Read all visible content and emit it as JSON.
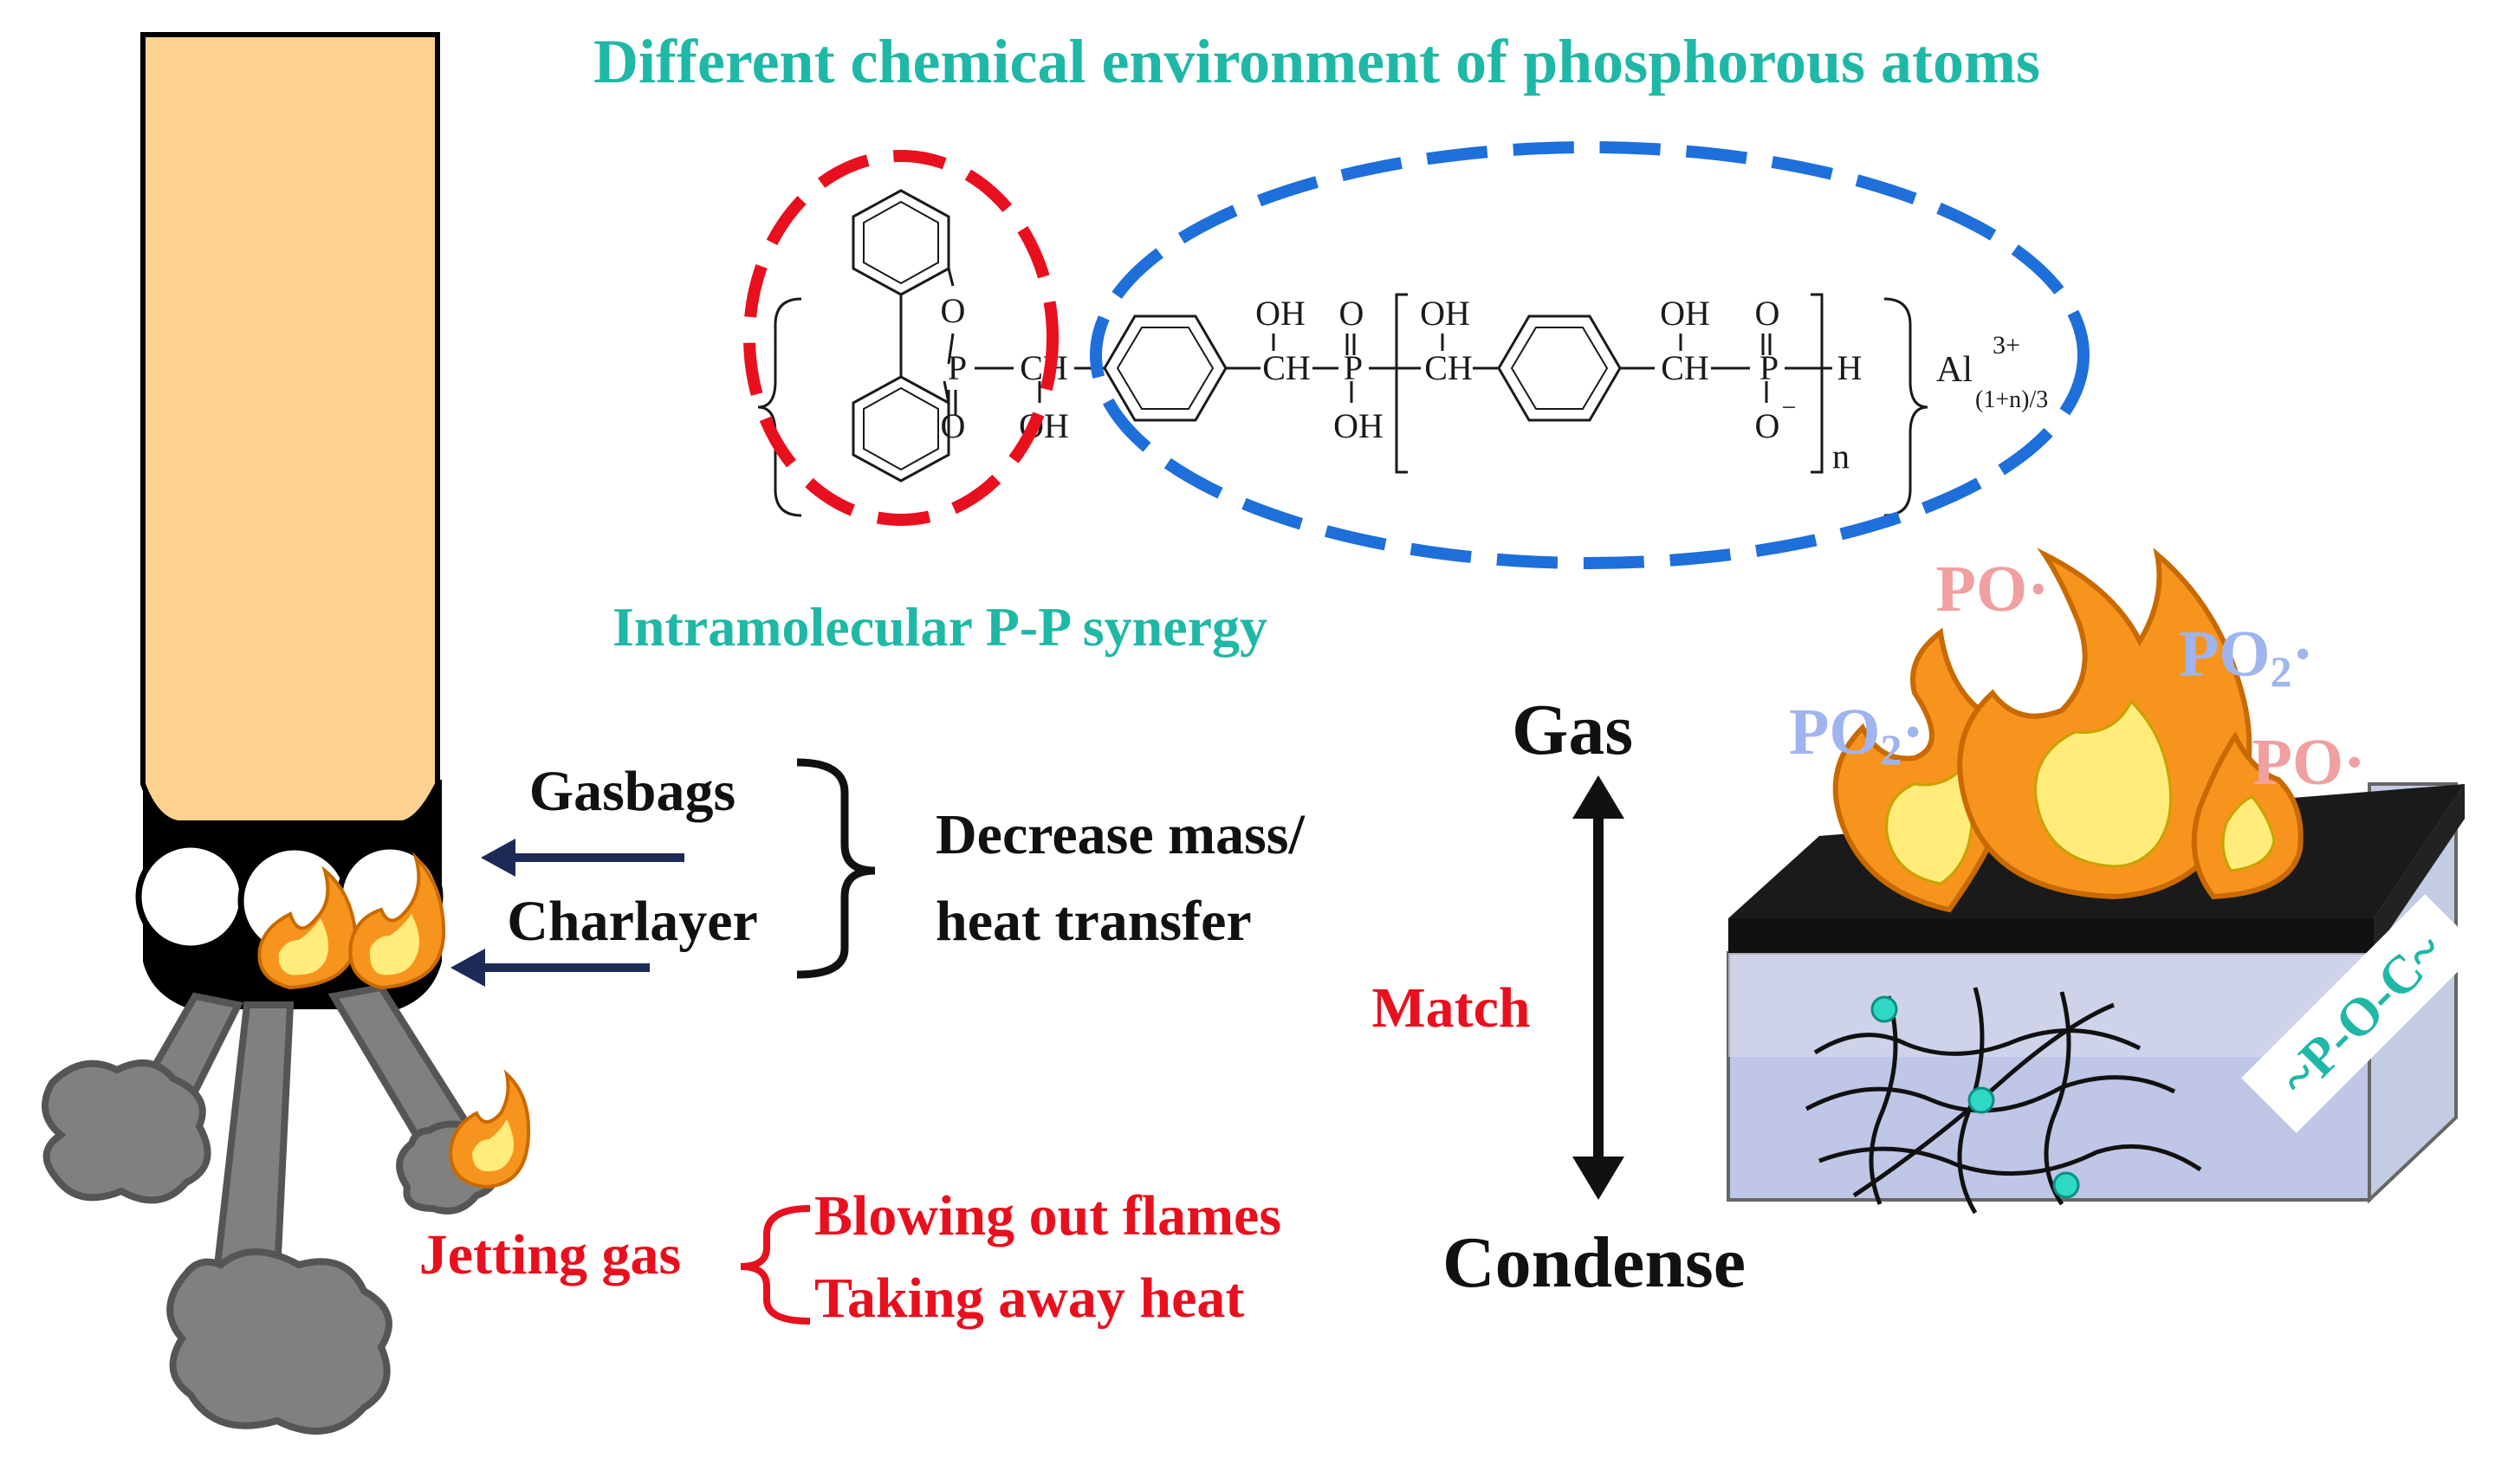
{
  "header": {
    "title": "Different chemical environment of phosphorous atoms",
    "subtitle": "Intramolecular P-P synergy"
  },
  "structure": {
    "o_ring": "O",
    "p1": "P",
    "o_dbl1": "O",
    "ch1": "CH",
    "oh1": "OH",
    "oh2": "OH",
    "ch2": "CH",
    "o_dbl2": "O",
    "p2": "P",
    "oh3": "OH",
    "oh4": "OH",
    "ch3": "CH",
    "oh5": "OH",
    "ch4": "CH",
    "o_dbl3": "O",
    "p3": "P",
    "h_end": "H",
    "o_minus": "O",
    "minus": "−",
    "subscript_n": "n",
    "al": "Al",
    "al_charge": "3+",
    "al_sub": "(1+n)/3"
  },
  "condensed": {
    "gasbags": "Gasbags",
    "charlayer": "Charlayer",
    "decrease_line1": "Decrease mass/",
    "decrease_line2": "heat transfer"
  },
  "jetting": {
    "jetting_gas": "Jetting gas",
    "blowing": "Blowing out flames",
    "taking": "Taking away heat"
  },
  "axis": {
    "gas": "Gas",
    "condense": "Condense",
    "match": "Match"
  },
  "radicals": {
    "po_top": "PO·",
    "po2_left_main": "PO",
    "po2_left_sub": "2",
    "po2_left_dot": "·",
    "po2_right_main": "PO",
    "po2_right_sub": "2",
    "po2_right_dot": "·",
    "po_right": "PO·"
  },
  "box_label": "~P-O-C~",
  "colors": {
    "teal": "#1fb8a6",
    "red": "#e8101e",
    "blue": "#1e6fd9",
    "salmon": "#f0a0a0",
    "lavender": "#a0b4f0",
    "sample": "#fdd28e",
    "flame_orange": "#f7941d",
    "flame_yellow": "#ffec7a",
    "smoke": "#808080",
    "navy": "#1c2a55"
  }
}
